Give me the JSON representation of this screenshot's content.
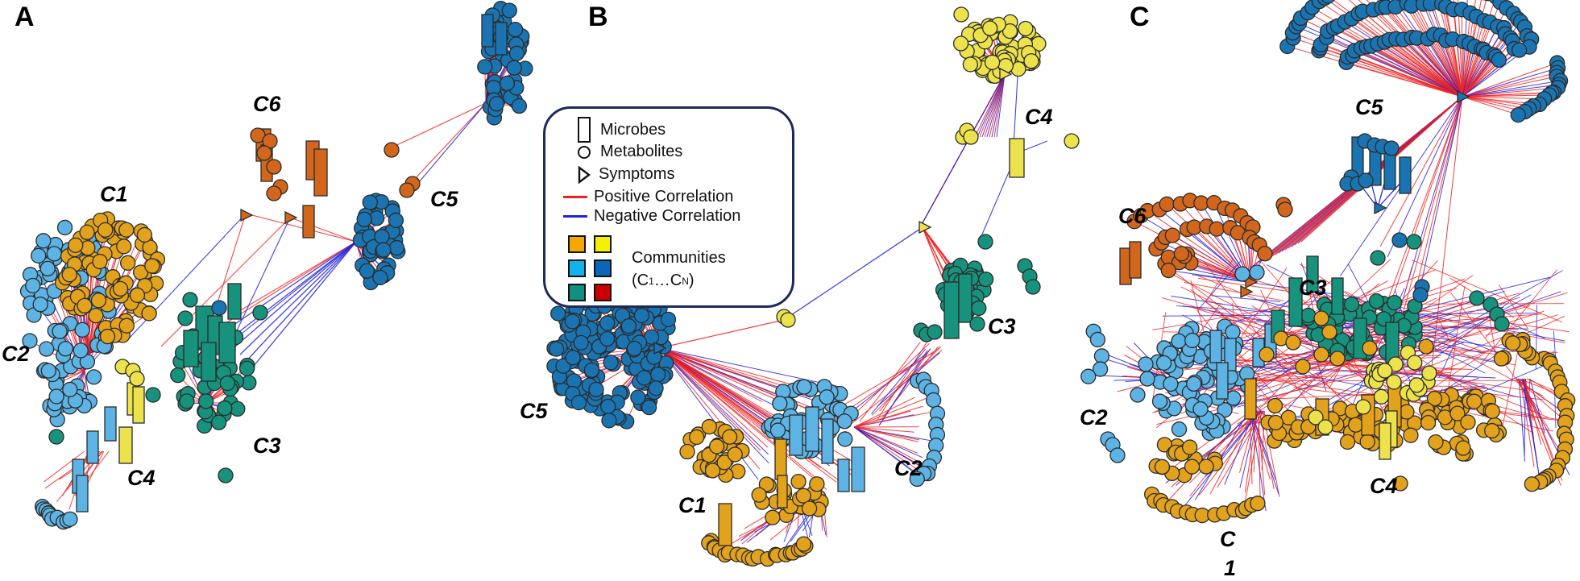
{
  "panels": [
    {
      "letter": "A",
      "labels": [
        "C1",
        "C2",
        "C3",
        "C4",
        "C5",
        "C6"
      ]
    },
    {
      "letter": "B",
      "labels": [
        "C1",
        "C2",
        "C3",
        "C4",
        "C5"
      ]
    },
    {
      "letter": "C",
      "labels": [
        "C1",
        "C2",
        "C3",
        "C4",
        "C5",
        "C6"
      ],
      "c1_wrapped": [
        "C",
        "1"
      ]
    }
  ],
  "legend": {
    "microbes": "Microbes",
    "metabolites": "Metabolites",
    "symptoms": "Symptoms",
    "positive": "Positive Correlation",
    "negative": "Negative Correlation",
    "communities": "Communities",
    "communities_range": "(C1…CN)",
    "communities_range_parts": {
      "open": "(C",
      "sub1": "1",
      "dots": "…C",
      "subN": "N",
      "close": ")"
    }
  },
  "colors": {
    "positive_edge": "#ee2222",
    "negative_edge": "#2222dd",
    "community_swatches": [
      "#f5a800",
      "#f5ef00",
      "#12b2ea",
      "#0a66b8",
      "#12907f",
      "#cc0000"
    ],
    "C1": "#e2a21c",
    "C2": "#5cb3e4",
    "C3": "#17927c",
    "C4": "#ece24c",
    "C5": "#1b74b2",
    "C6": "#d2661c",
    "node_stroke": "#2b2b2b"
  },
  "network": {
    "node_types": [
      "microbe",
      "metabolite",
      "symptom"
    ],
    "edge_types": [
      "positive",
      "negative"
    ],
    "panel_A_communities": [
      "C1",
      "C2",
      "C3",
      "C4",
      "C5",
      "C6"
    ],
    "panel_B_communities": [
      "C1",
      "C2",
      "C3",
      "C4",
      "C5"
    ],
    "panel_C_communities": [
      "C1",
      "C2",
      "C3",
      "C4",
      "C5",
      "C6"
    ]
  }
}
